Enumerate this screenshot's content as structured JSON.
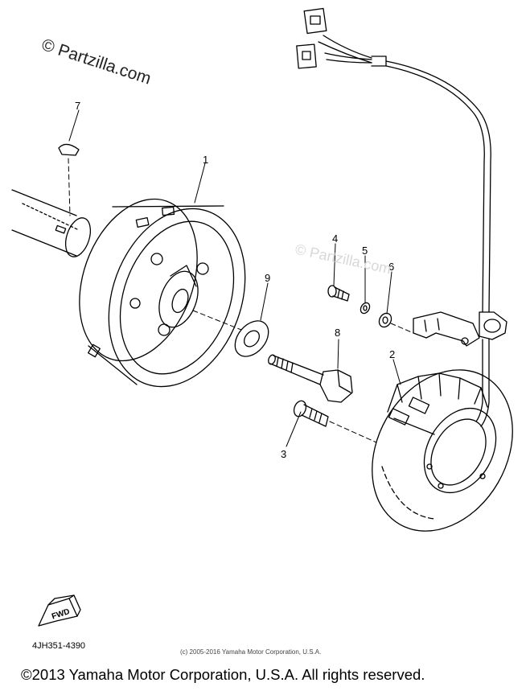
{
  "watermark": "© Partzilla.com",
  "faint_watermark": "© Partzilla.com",
  "callouts": [
    "1",
    "2",
    "3",
    "4",
    "5",
    "6",
    "7",
    "8",
    "9"
  ],
  "fwd_label": "FWD",
  "part_code": "4JH351-4390",
  "small_copyright": "(c) 2005-2016 Yamaha Motor Corporation, U.S.A.",
  "copyright": "©2013 Yamaha Motor Corporation, U.S.A. All rights reserved."
}
